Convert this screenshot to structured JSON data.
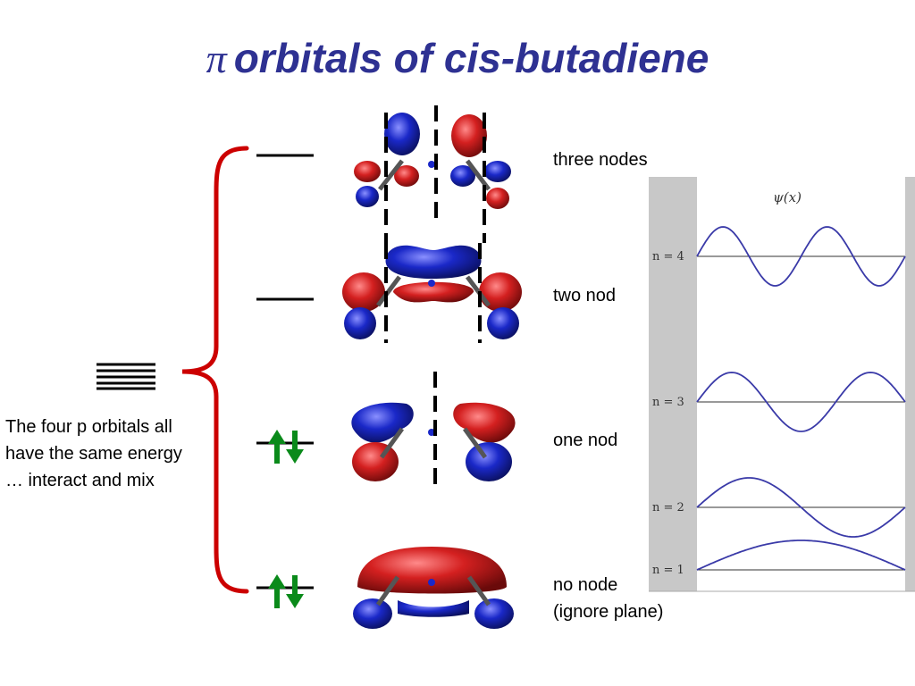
{
  "title": {
    "symbol": "π",
    "text": "orbitals of cis-butadiene"
  },
  "left_note": {
    "line1": "The four p orbitals all",
    "line2": "have the same energy",
    "line3": "… interact and mix"
  },
  "orbital_labels": {
    "mo4": "three nodes",
    "mo3": "two nod",
    "mo2": "one nod",
    "mo1_line1": "no node",
    "mo1_line2": "(ignore plane)"
  },
  "box_plot": {
    "title": "ψ(x)",
    "levels": [
      "n = 4",
      "n = 3",
      "n = 2",
      "n = 1"
    ]
  },
  "colors": {
    "title": "#2e3192",
    "brace": "#cc0000",
    "arrow": "#0a8a1a",
    "lobe_red": "#d42020",
    "lobe_blue": "#1a28c8",
    "wave": "#3a3aa8",
    "well_wall": "#c8c8c8"
  }
}
